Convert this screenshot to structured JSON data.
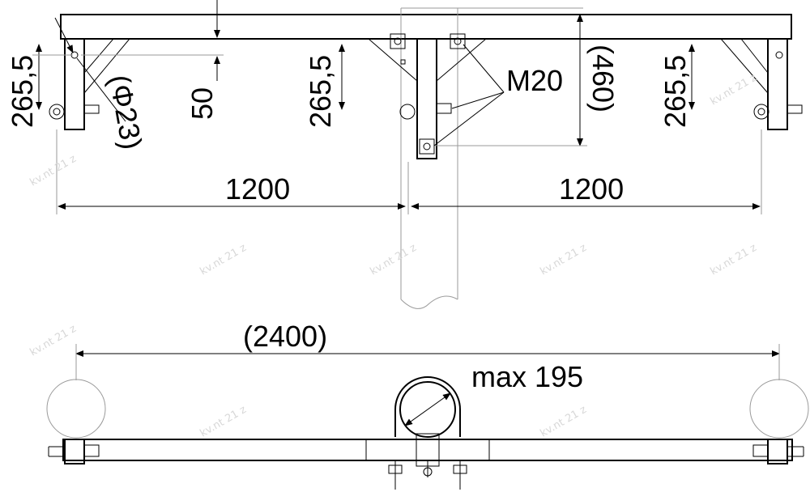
{
  "drawing": {
    "dimensions": {
      "leader_left_top": "265,5",
      "leader_mid": "265,5",
      "leader_right": "265,5",
      "hole_diameter": "(Φ23)",
      "drop": "50",
      "total_height": "(460)",
      "bolt": "M20",
      "span_left": "1200",
      "span_right": "1200",
      "overall": "(2400)",
      "pole_max": "max 195"
    },
    "watermark": "kv.nt 21 z"
  }
}
